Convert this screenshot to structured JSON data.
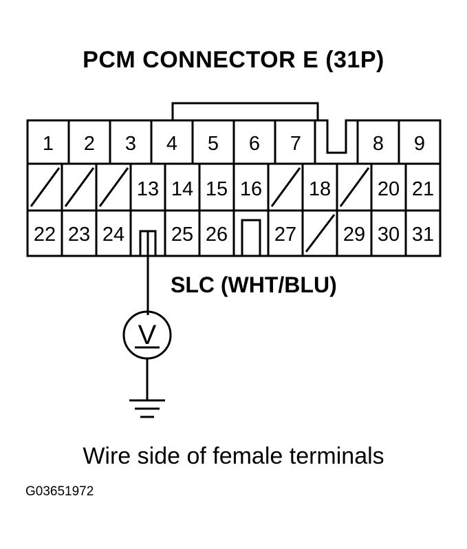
{
  "title": "PCM CONNECTOR E (31P)",
  "wire_label": "SLC (WHT/BLU)",
  "caption": "Wire side of female terminals",
  "figure_id": "G03651972",
  "meter_symbol": "V",
  "terminals": {
    "row1": [
      "1",
      "2",
      "3",
      "4",
      "5",
      "6",
      "7",
      "8",
      "9"
    ],
    "row2": [
      "13",
      "14",
      "15",
      "16",
      "18",
      "20",
      "21"
    ],
    "row3": [
      "22",
      "23",
      "24",
      "25",
      "26",
      "27",
      "29",
      "30",
      "31"
    ]
  }
}
